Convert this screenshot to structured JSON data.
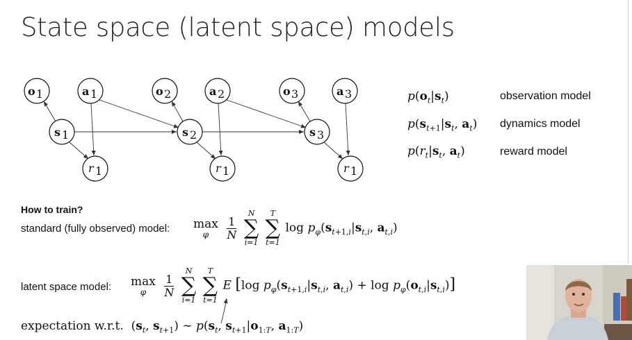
{
  "slide": {
    "title": "State space (latent space) models"
  },
  "graph": {
    "nodes": {
      "o1": {
        "name": "o",
        "sub": "1"
      },
      "a1": {
        "name": "a",
        "sub": "1"
      },
      "s1": {
        "name": "s",
        "sub": "1"
      },
      "r1a": {
        "name": "r",
        "sub": "1"
      },
      "o2": {
        "name": "o",
        "sub": "2"
      },
      "a2": {
        "name": "a",
        "sub": "2"
      },
      "s2": {
        "name": "s",
        "sub": "2"
      },
      "r1b": {
        "name": "r",
        "sub": "1"
      },
      "o3": {
        "name": "o",
        "sub": "3"
      },
      "a3": {
        "name": "a",
        "sub": "3"
      },
      "s3": {
        "name": "s",
        "sub": "3"
      },
      "r1c": {
        "name": "r",
        "sub": "1"
      }
    }
  },
  "legend": {
    "observation": "observation model",
    "dynamics": "dynamics model",
    "reward": "reward model"
  },
  "training": {
    "heading": "How to train?",
    "standard_label": "standard (fully observed) model:",
    "latent_label": "latent space model:",
    "expectation_text": "expectation w.r.t.",
    "max": "max",
    "log": "log",
    "E": "E",
    "one": "1",
    "N": "N",
    "T": "T",
    "i_eq_1": "i=1",
    "t_eq_1": "t=1",
    "phi": "φ"
  }
}
